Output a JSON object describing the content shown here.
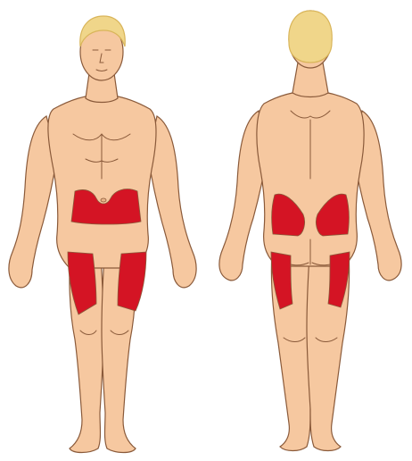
{
  "colors": {
    "skin": "#f6c8a0",
    "skin_shadow": "#e9b48a",
    "outline": "#8a5a3a",
    "hair": "#f0d68a",
    "hair_shadow": "#d9b55a",
    "zone": "#d41424",
    "background": "#ffffff"
  },
  "figures": [
    {
      "name": "front-view",
      "highlighted_zones": [
        "abdomen",
        "left-thigh-outer",
        "right-thigh-outer"
      ]
    },
    {
      "name": "back-view",
      "highlighted_zones": [
        "left-upper-buttock",
        "right-upper-buttock",
        "left-thigh-back",
        "right-thigh-back"
      ]
    }
  ]
}
